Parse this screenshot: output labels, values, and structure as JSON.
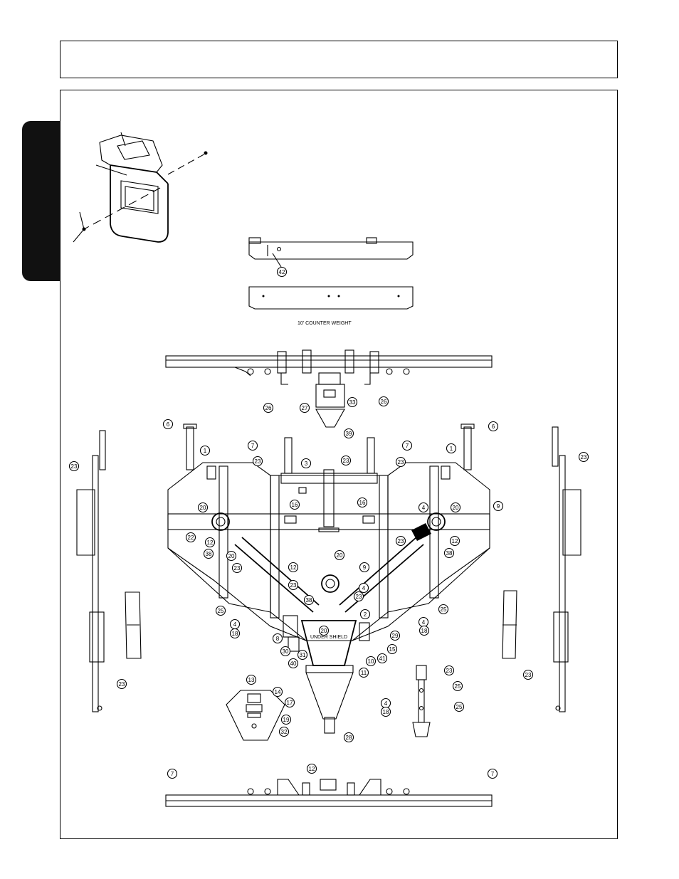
{
  "captions": {
    "counter_weight": "10' COUNTER WEIGHT",
    "under_shield": "UNDER SHIELD"
  },
  "callouts": [
    {
      "id": "c42",
      "label": "42"
    },
    {
      "id": "c26a",
      "label": "26"
    },
    {
      "id": "c26b",
      "label": "26"
    },
    {
      "id": "c27",
      "label": "27"
    },
    {
      "id": "c33",
      "label": "33"
    },
    {
      "id": "c39",
      "label": "39"
    },
    {
      "id": "c6a",
      "label": "6"
    },
    {
      "id": "c6b",
      "label": "6"
    },
    {
      "id": "c7a",
      "label": "7"
    },
    {
      "id": "c7b",
      "label": "7"
    },
    {
      "id": "c1a",
      "label": "1"
    },
    {
      "id": "c1b",
      "label": "1"
    },
    {
      "id": "c23a",
      "label": "23"
    },
    {
      "id": "c23b",
      "label": "23"
    },
    {
      "id": "c23c",
      "label": "23"
    },
    {
      "id": "c23d",
      "label": "23"
    },
    {
      "id": "c23e",
      "label": "23"
    },
    {
      "id": "c23f",
      "label": "23"
    },
    {
      "id": "c23g",
      "label": "23"
    },
    {
      "id": "c23h",
      "label": "23"
    },
    {
      "id": "c23i",
      "label": "23"
    },
    {
      "id": "c23j",
      "label": "23"
    },
    {
      "id": "c23k",
      "label": "23"
    },
    {
      "id": "c23l",
      "label": "23"
    },
    {
      "id": "c3",
      "label": "3"
    },
    {
      "id": "c16a",
      "label": "16"
    },
    {
      "id": "c16b",
      "label": "16"
    },
    {
      "id": "c20a",
      "label": "20"
    },
    {
      "id": "c20b",
      "label": "20"
    },
    {
      "id": "c20c",
      "label": "20"
    },
    {
      "id": "c20d",
      "label": "20"
    },
    {
      "id": "c20e",
      "label": "20"
    },
    {
      "id": "c4a",
      "label": "4"
    },
    {
      "id": "c4b",
      "label": "4"
    },
    {
      "id": "c4c",
      "label": "4"
    },
    {
      "id": "c4d",
      "label": "4"
    },
    {
      "id": "c4e",
      "label": "4"
    },
    {
      "id": "c9a",
      "label": "9"
    },
    {
      "id": "c9b",
      "label": "9"
    },
    {
      "id": "c22",
      "label": "22"
    },
    {
      "id": "c12a",
      "label": "12"
    },
    {
      "id": "c12b",
      "label": "12"
    },
    {
      "id": "c12c",
      "label": "12"
    },
    {
      "id": "c12d",
      "label": "12"
    },
    {
      "id": "c38a",
      "label": "38"
    },
    {
      "id": "c38b",
      "label": "38"
    },
    {
      "id": "c38c",
      "label": "38"
    },
    {
      "id": "c25a",
      "label": "25"
    },
    {
      "id": "c25b",
      "label": "25"
    },
    {
      "id": "c25c",
      "label": "25"
    },
    {
      "id": "c25d",
      "label": "25"
    },
    {
      "id": "c25e",
      "label": "25"
    },
    {
      "id": "c18a",
      "label": "18"
    },
    {
      "id": "c18b",
      "label": "18"
    },
    {
      "id": "c18c",
      "label": "18"
    },
    {
      "id": "c2",
      "label": "2"
    },
    {
      "id": "c8",
      "label": "8"
    },
    {
      "id": "c30",
      "label": "30"
    },
    {
      "id": "c31",
      "label": "31"
    },
    {
      "id": "c40",
      "label": "40"
    },
    {
      "id": "c29",
      "label": "29"
    },
    {
      "id": "c15",
      "label": "15"
    },
    {
      "id": "c41",
      "label": "41"
    },
    {
      "id": "c10",
      "label": "10"
    },
    {
      "id": "c11",
      "label": "11"
    },
    {
      "id": "c13",
      "label": "13"
    },
    {
      "id": "c14",
      "label": "14"
    },
    {
      "id": "c17",
      "label": "17"
    },
    {
      "id": "c19",
      "label": "19"
    },
    {
      "id": "c32",
      "label": "32"
    },
    {
      "id": "c28",
      "label": "28"
    },
    {
      "id": "c7c",
      "label": "7"
    },
    {
      "id": "c7d",
      "label": "7"
    }
  ]
}
